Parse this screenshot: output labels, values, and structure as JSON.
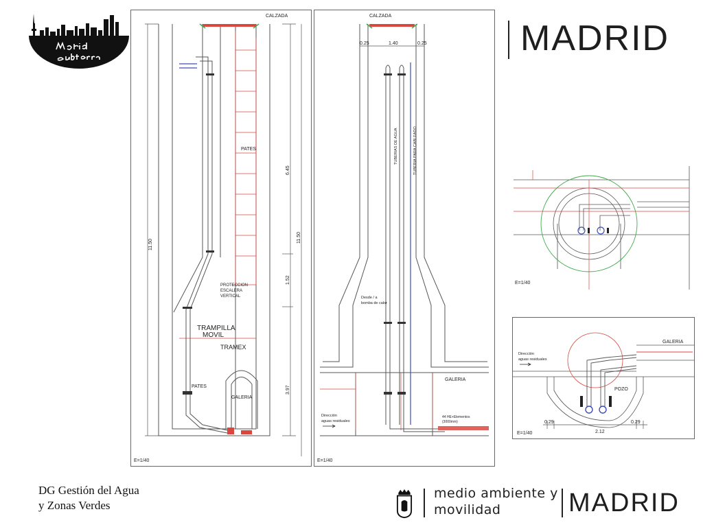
{
  "header": {
    "brand_logo": {
      "wordmark": "Madrid subterra",
      "icon": "skyline-logo"
    },
    "city_logo": {
      "icon": "madrid-coat-of-arms-icon",
      "wordmark": "MADRID"
    }
  },
  "sheet_left": {
    "calzada": "CALZADA",
    "pates_top": "PATES",
    "proteccion": [
      "PROTECCION",
      "ESCALERA",
      "VERTICAL"
    ],
    "trampilla": [
      "TRAMPILLA",
      "MOVIL"
    ],
    "tramex": "TRAMEX",
    "pates_bottom": "PATES",
    "galeria": "GALERIA",
    "dim_total": "11.50",
    "dim_total_right": "11.50",
    "dim_upper": "6.45",
    "dim_mid": "1.52",
    "dim_lower": "3.97",
    "scale": "E=1/40"
  },
  "sheet_mid": {
    "calzada": "CALZADA",
    "dim_a": "0.25",
    "dim_b": "1.40",
    "dim_c": "0.25",
    "tuberias_agua": "TUBERIAS DE AGUA",
    "tuberia_cableado": "TUBERIA PARA CABLEADO",
    "desde_bomba": [
      "Desde / a",
      "bomba de calor"
    ],
    "galeria": "GALERIA",
    "direccion": [
      "Dirección",
      "aguas residuales"
    ],
    "elementos": [
      "44 HE+Elementos",
      "(3000mm)"
    ],
    "scale": "E=1/40"
  },
  "sheet_plan": {
    "scale": "E=1/40"
  },
  "sheet_section": {
    "galeria": "GALERIA",
    "direccion": [
      "Dirección",
      "aguas residuales"
    ],
    "pozo": "POZO",
    "dim_a": "0.29",
    "dim_b": "2.12",
    "dim_c": "0.29",
    "scale": "E=1/40"
  },
  "footer": {
    "org_line1": "DG Gestión del Agua",
    "org_line2": "y Zonas Verdes",
    "dept_line1": "medio ambiente y",
    "dept_line2": "movilidad",
    "city_wordmark": "MADRID"
  },
  "colors": {
    "red": "#d9473f",
    "green": "#3faa4a",
    "blue": "#3b4db8",
    "line": "#555555"
  }
}
